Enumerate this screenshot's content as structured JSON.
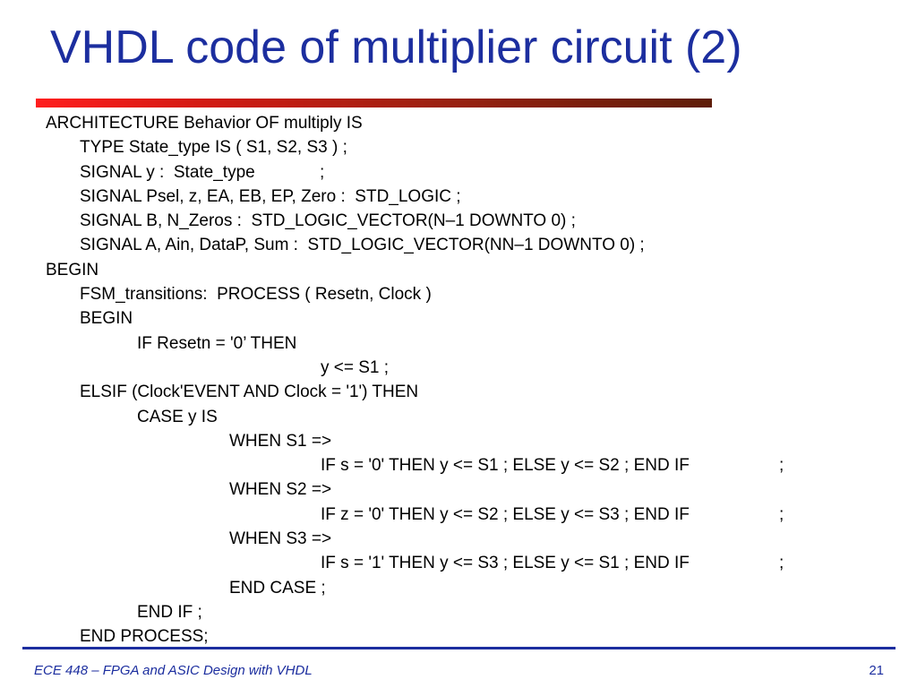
{
  "slide": {
    "title": "VHDL code of multiplier circuit (2)",
    "accent_color": "#1c2e9f",
    "rule_gradient": [
      "#ff1e1e",
      "#5e1d08"
    ]
  },
  "code": [
    [
      "ARCHITECTURE Behavior OF multiply IS"
    ],
    [
      "TYPE State_type IS ( S1, S2, S3 ) ;"
    ],
    [
      "SIGNAL y :  State_type",
      ";"
    ],
    [
      "SIGNAL Psel, z, EA, EB, EP, Zero :  STD_LOGIC ;"
    ],
    [
      "SIGNAL B, N_Zeros :  STD_LOGIC_VECTOR(N–1 DOWNTO 0) ;"
    ],
    [
      "SIGNAL A, Ain, DataP, Sum :  STD_LOGIC_VECTOR(NN–1 DOWNTO 0) ;"
    ],
    [
      "BEGIN"
    ],
    [
      "FSM_transitions:  PROCESS ( Resetn, Clock )"
    ],
    [
      "BEGIN"
    ],
    [
      "IF Resetn = '0’ THEN"
    ],
    [
      "y <= S1 ;"
    ],
    [
      "ELSIF (Clock'EVENT AND Clock = '1') THEN"
    ],
    [
      "CASE y IS"
    ],
    [
      "WHEN S1 =>"
    ],
    [
      "IF s = '0' THEN y <= S1 ; ELSE y <= S2 ; END IF",
      ";"
    ],
    [
      "WHEN S2 =>"
    ],
    [
      "IF z = '0' THEN y <= S2 ; ELSE y <= S3 ; END IF",
      ";"
    ],
    [
      "WHEN S3 =>"
    ],
    [
      "IF s = '1' THEN y <= S3 ; ELSE y <= S1 ; END IF",
      ";"
    ],
    [
      "END CASE ;"
    ],
    [
      "END IF ;"
    ],
    [
      "END PROCESS;"
    ]
  ],
  "footer": {
    "course": "ECE 448 – FPGA and ASIC Design with VHDL",
    "page_number": "21"
  }
}
